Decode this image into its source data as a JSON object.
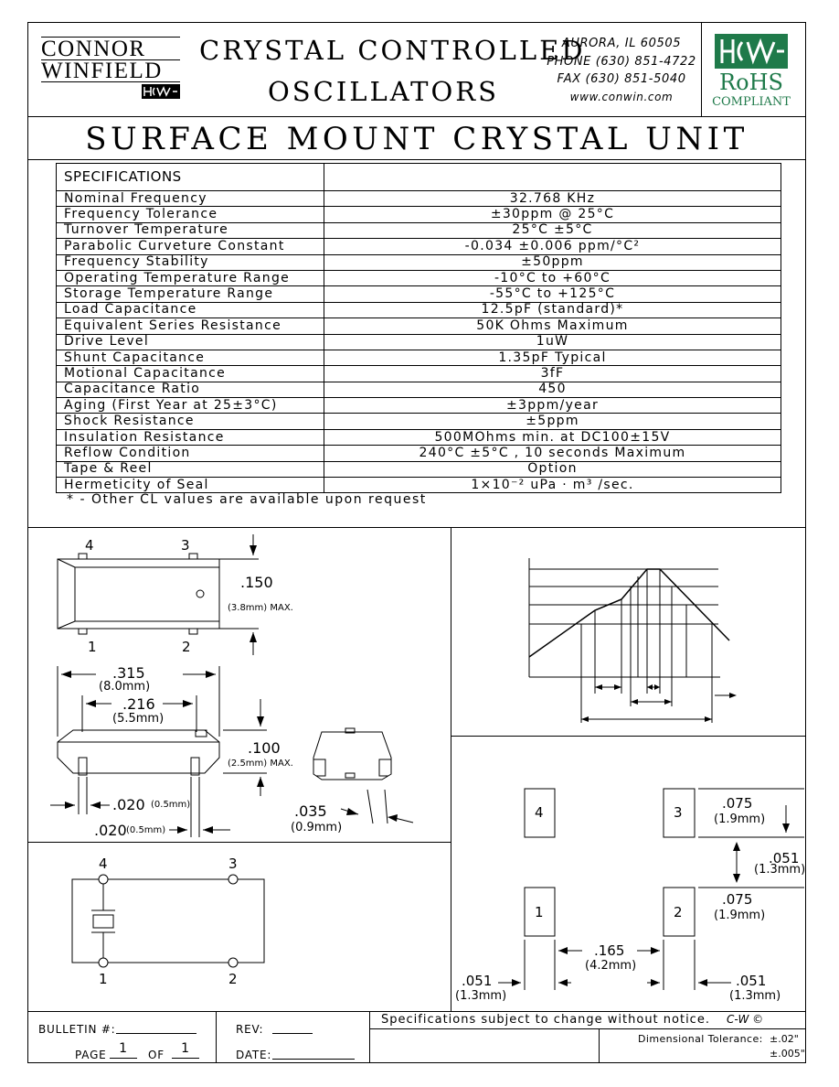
{
  "company": {
    "line1": "CONNOR",
    "line2": "WINFIELD"
  },
  "header": {
    "title_line1": "CRYSTAL CONTROLLED",
    "title_line2": "OSCILLATORS"
  },
  "contact": {
    "city": "AURORA, IL 60505",
    "phone": "PHONE (630) 851-4722",
    "fax": "FAX (630) 851-5040",
    "web": "www.conwin.com"
  },
  "rohs": {
    "line1": "RoHS",
    "line2": "COMPLIANT",
    "brand_color": "#1f7a4a"
  },
  "product_title": "SURFACE MOUNT CRYSTAL UNIT",
  "specs": {
    "header": "SPECIFICATIONS",
    "rows": [
      {
        "param": "Nominal Frequency",
        "value": "32.768 KHz"
      },
      {
        "param": "Frequency Tolerance",
        "value": "±30ppm @ 25°C"
      },
      {
        "param": "Turnover Temperature",
        "value": "25°C ±5°C"
      },
      {
        "param": "Parabolic Curveture Constant",
        "value": "-0.034 ±0.006 ppm/°C²"
      },
      {
        "param": "Frequency Stability",
        "value": "±50ppm"
      },
      {
        "param": "Operating Temperature Range",
        "value": "-10°C to +60°C"
      },
      {
        "param": "Storage Temperature Range",
        "value": "-55°C to +125°C"
      },
      {
        "param": "Load Capacitance",
        "value": "12.5pF (standard)*"
      },
      {
        "param": "Equivalent Series Resistance",
        "value": "50K Ohms Maximum"
      },
      {
        "param": "Drive Level",
        "value": "1uW"
      },
      {
        "param": "Shunt Capacitance",
        "value": "1.35pF Typical"
      },
      {
        "param": "Motional Capacitance",
        "value": "3fF"
      },
      {
        "param": "Capacitance Ratio",
        "value": "450"
      },
      {
        "param": "Aging (First Year at 25±3°C)",
        "value": "±3ppm/year"
      },
      {
        "param": "Shock Resistance",
        "value": "±5ppm"
      },
      {
        "param": "Insulation Resistance",
        "value": "500MOhms min. at DC100±15V"
      },
      {
        "param": "Reflow Condition",
        "value": "240°C ±5°C , 10 seconds Maximum"
      },
      {
        "param": "Tape & Reel",
        "value": "Option"
      },
      {
        "param": "Hermeticity of Seal",
        "value": "1×10⁻² uPa · m³ /sec."
      }
    ],
    "note": "* - Other CL values are available upon request"
  },
  "outline": {
    "pin4": "4",
    "pin3": "3",
    "pin1": "1",
    "pin2": "2",
    "height": ".150",
    "height_mm": "(3.8mm) MAX.",
    "length": ".315",
    "length_mm": "(8.0mm)",
    "pad_span": ".216",
    "pad_span_mm": "(5.5mm)",
    "thick": ".100",
    "thick_mm": "(2.5mm) MAX.",
    "lead_w": ".020",
    "lead_w_mm": "(0.5mm)",
    "lead_w2": ".020",
    "lead_w2_mm": "(0.5mm)",
    "end": ".035",
    "end_mm": "(0.9mm)"
  },
  "schematic": {
    "pin4": "4",
    "pin3": "3",
    "pin1": "1",
    "pin2": "2"
  },
  "footprint": {
    "pad4": "4",
    "pad3": "3",
    "pad1": "1",
    "pad2": "2",
    "pad_h": ".075",
    "pad_h_mm": "(1.9mm)",
    "gap": ".051",
    "gap_mm": "(1.3mm)",
    "pad_h2": ".075",
    "pad_h2_mm": "(1.9mm)",
    "spacing": ".165",
    "spacing_mm": "(4.2mm)",
    "pad_w_left": ".051",
    "pad_w_left_mm": "(1.3mm)",
    "pad_w_right": ".051",
    "pad_w_right_mm": "(1.3mm)"
  },
  "footer": {
    "bulletin_label": "BULLETIN #:",
    "rev_label": "REV:",
    "page_label": "PAGE",
    "page_num": "1",
    "of_label": "OF",
    "page_total": "1",
    "date_label": "DATE:",
    "notice": "Specifications subject to change without notice.",
    "copyright": "C-W ©",
    "tolerance_label": "Dimensional  Tolerance:",
    "tol1": "±.02\"",
    "tol2": "±.005\""
  }
}
